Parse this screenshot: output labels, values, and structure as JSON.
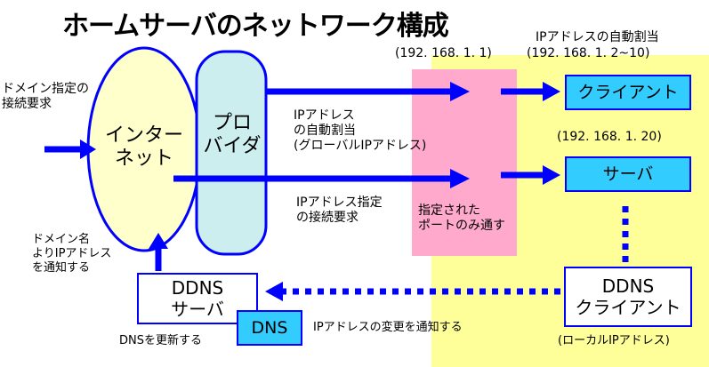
{
  "title": "ホームサーバのネットワーク構成",
  "left_request": [
    "ドメイン指定の",
    "接続要求"
  ],
  "internet": [
    "インター",
    "ネット"
  ],
  "provider": [
    "プロ",
    "バイダ"
  ],
  "auto_assign_global": [
    "IPアドレス",
    "の自動割当",
    "(グローバルIPアドレス)"
  ],
  "ip_connect_request": [
    "IPアドレス指定",
    "の接続要求"
  ],
  "router_ip": "(192. 168. 1. 1)",
  "router_note": [
    "指定された",
    "ポートのみ通す"
  ],
  "auto_assign_local": "IPアドレスの自動割当",
  "client_ip_range": "(192. 168. 1. 2~10)",
  "client": "クライアント",
  "server_ip": "(192. 168. 1. 20)",
  "server": "サーバ",
  "ddns_client": [
    "DDNS",
    "クライアント"
  ],
  "local_ip": "(ローカルIPアドレス)",
  "notify_change": "IPアドレスの変更を通知する",
  "ddns_server": [
    "DDNS",
    "サーバ"
  ],
  "dns": "DNS",
  "dns_update": "DNSを更新する",
  "notify_ip": [
    "ドメイン名",
    "よりIPアドレス",
    "を通知する"
  ],
  "colors": {
    "arrow_blue": "#0000ff",
    "internet_fill": "#ffffcc",
    "provider_fill": "#cceeee",
    "lan_fill": "#ffff99",
    "router_fill": "#ffaacc",
    "device_fill": "#33ccff"
  }
}
